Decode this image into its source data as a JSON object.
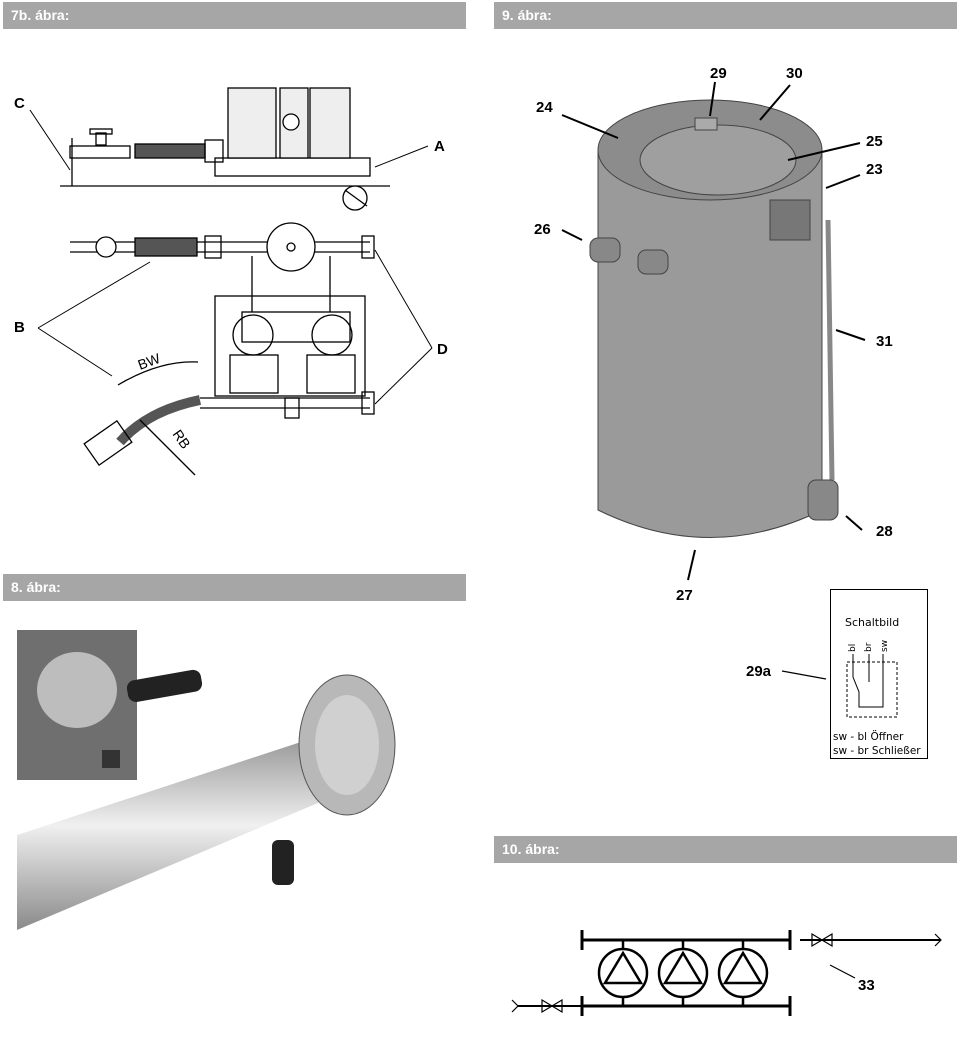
{
  "figures": {
    "fig7b": {
      "title": "7b. ábra:",
      "labels": {
        "a": "A",
        "b": "B",
        "c": "C",
        "d": "D",
        "bw": "BW",
        "rb": "RB"
      }
    },
    "fig8": {
      "title": "8. ábra:"
    },
    "fig9": {
      "title": "9. ábra:",
      "callouts": {
        "n23": "23",
        "n24": "24",
        "n25": "25",
        "n26": "26",
        "n27": "27",
        "n28": "28",
        "n29": "29",
        "n29a": "29a",
        "n30": "30",
        "n31": "31"
      }
    },
    "fig10": {
      "title": "10. ábra:",
      "callout": "33"
    }
  },
  "schaltbild": {
    "title": "Schaltbild",
    "wires": {
      "bl": "bl",
      "br": "br",
      "sw": "sw"
    },
    "legend1": "sw - bl Öffner",
    "legend2": "sw - br Schließer"
  },
  "colors": {
    "header_bg": "#a6a6a6",
    "tank": "#9a9a9a"
  }
}
